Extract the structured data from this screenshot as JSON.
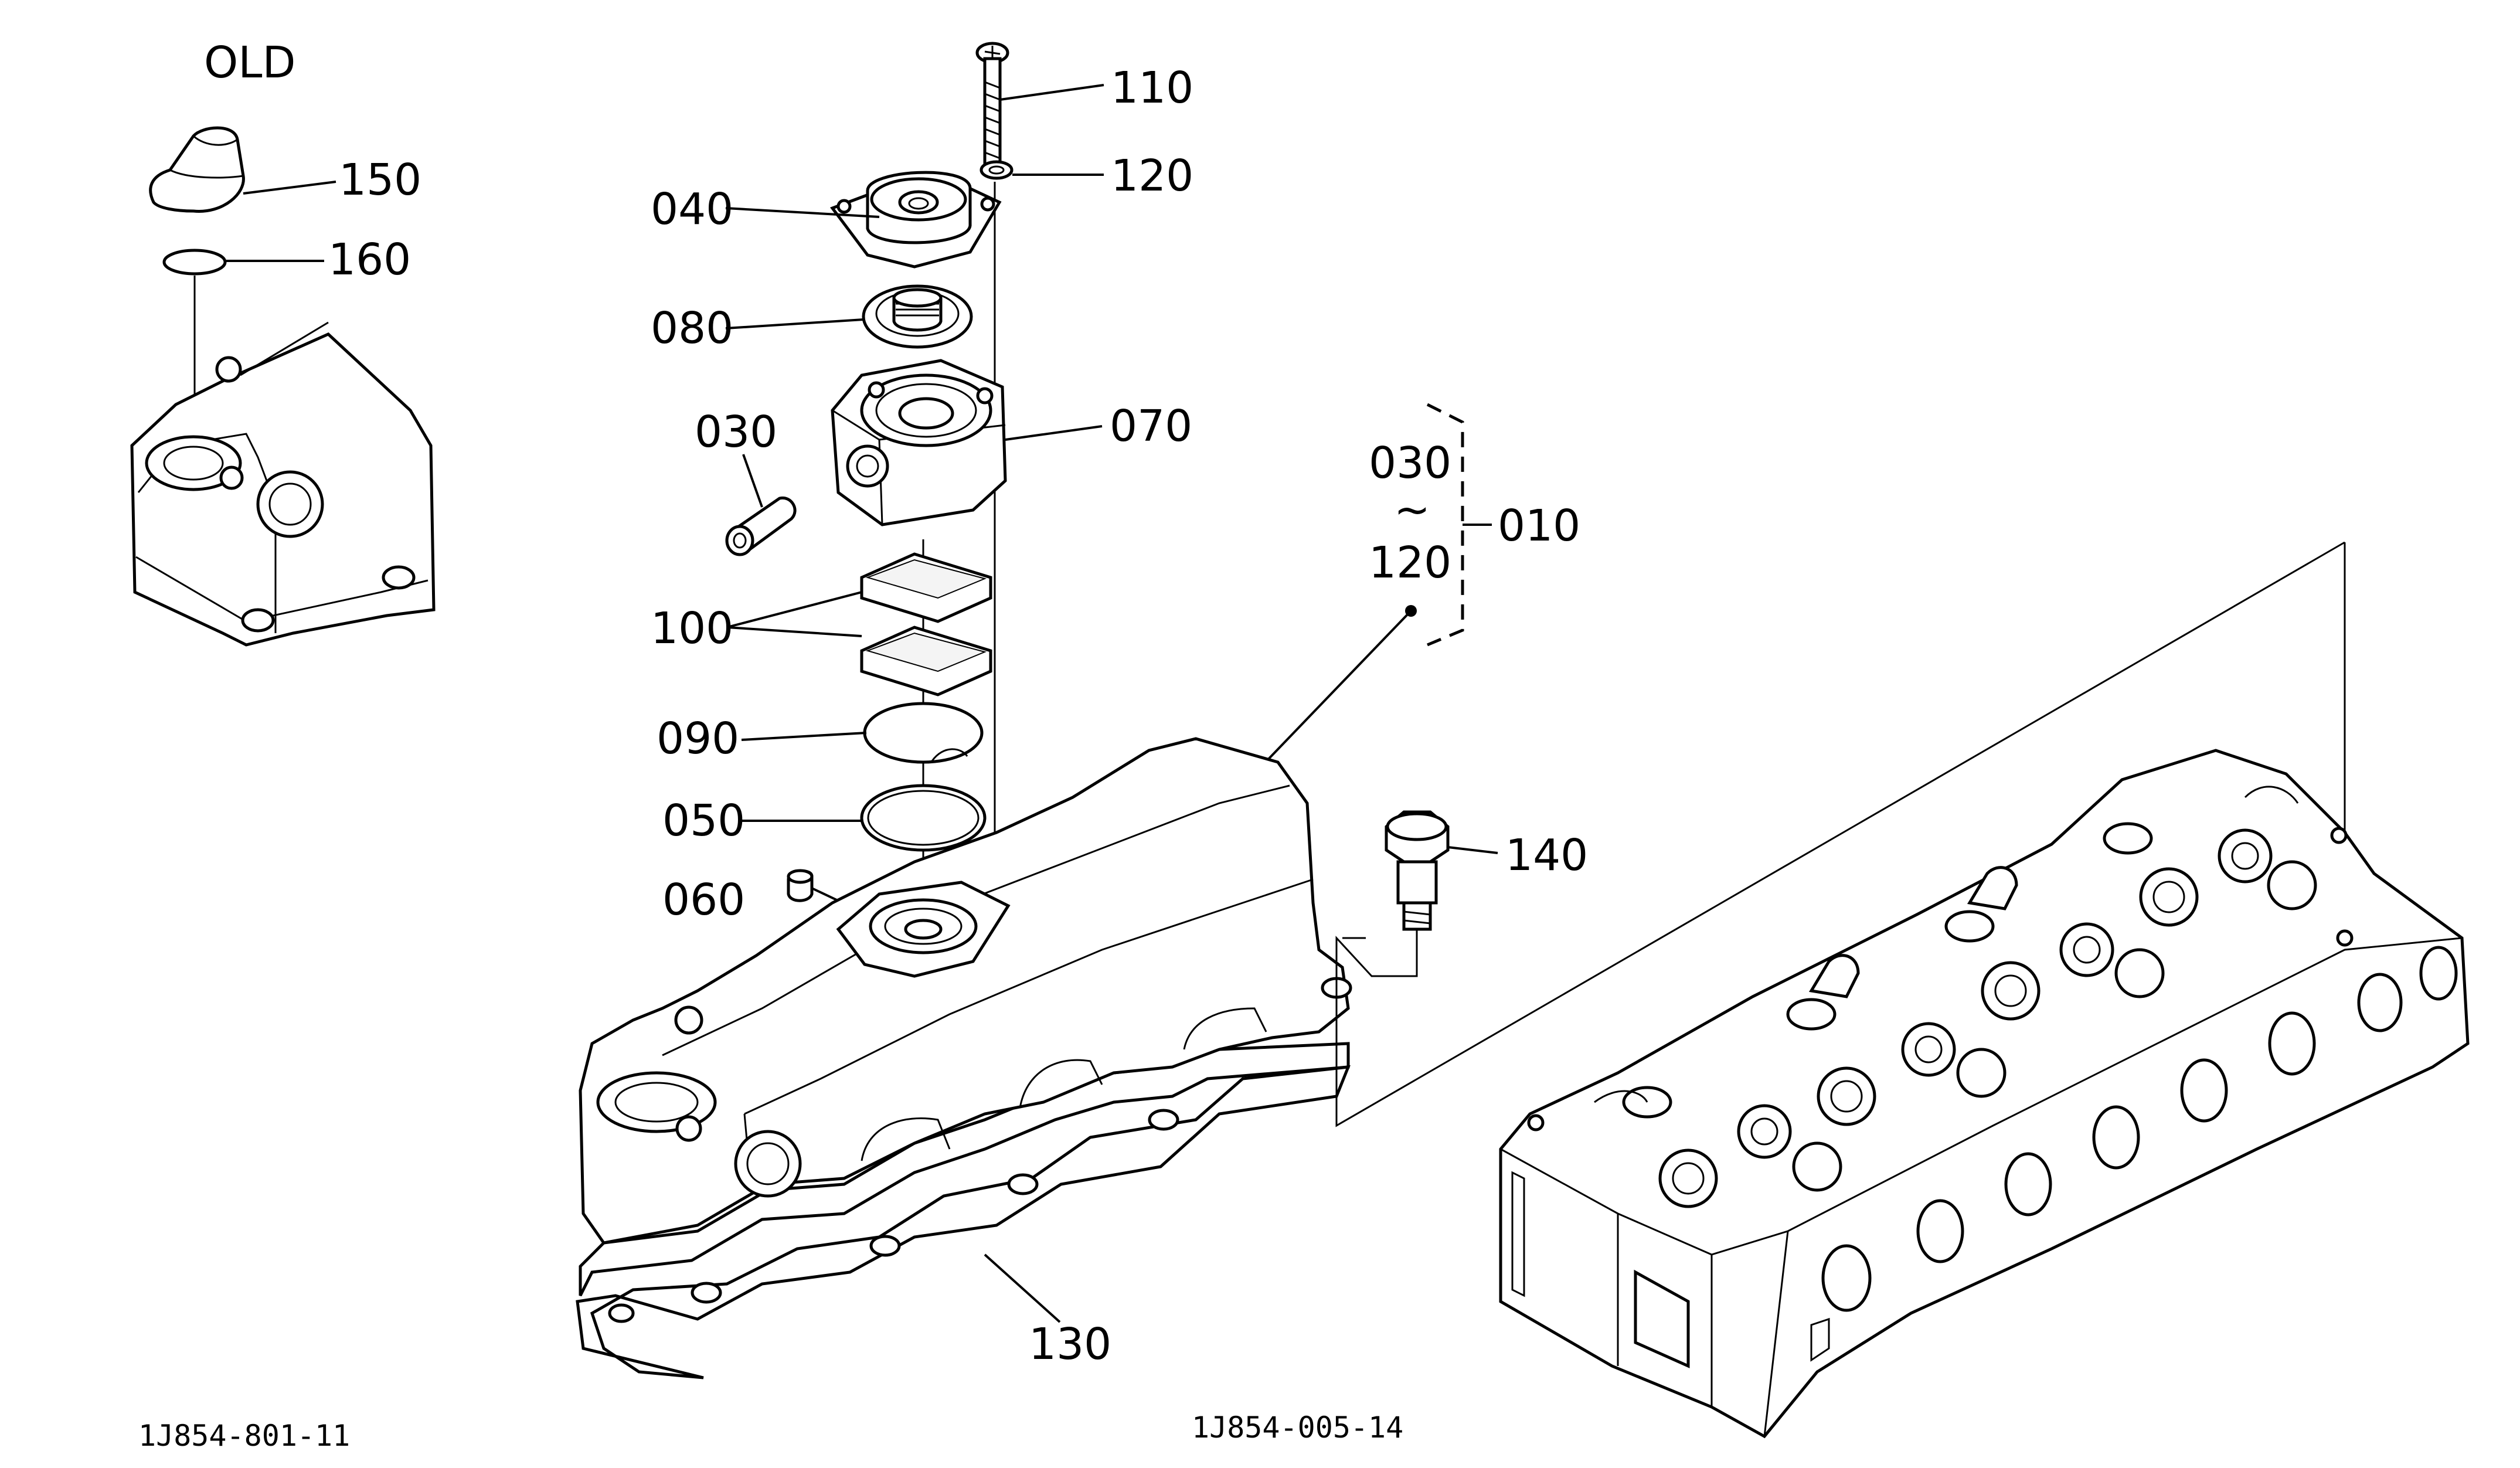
{
  "old_label": "OLD",
  "callouts": {
    "p150": "150",
    "p160": "160",
    "p110": "110",
    "p120": "120",
    "p040": "040",
    "p080": "080",
    "p070": "070",
    "p030": "030",
    "p100": "100",
    "p090": "090",
    "p050": "050",
    "p060": "060",
    "p130": "130",
    "p140": "140",
    "p010": "010"
  },
  "assembly_range": {
    "from": "030",
    "sep": "~",
    "to": "120"
  },
  "figure_ids": {
    "left": "1J854-801-11",
    "center": "1J854-005-14"
  }
}
